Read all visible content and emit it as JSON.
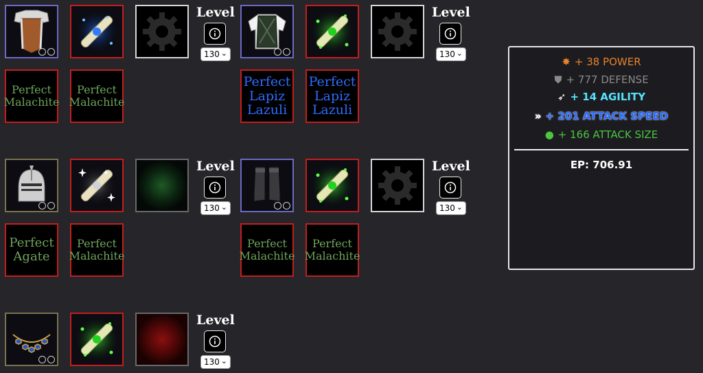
{
  "level_label": "Level",
  "level_value": "130",
  "gems": {
    "perfect_malachite": "Perfect Malachite",
    "perfect_lapiz_lazuli": "Perfect Lapiz Lazuli",
    "perfect_agate": "Perfect Agate"
  },
  "groups": [
    {
      "item_icon": "armor-icon",
      "scroll_icon": "blue-scroll-icon",
      "third_icon": "gear-icon",
      "gem1": "Perfect Malachite",
      "gem2": "Perfect Malachite"
    },
    {
      "item_icon": "vest-icon",
      "scroll_icon": "green-scroll-icon",
      "third_icon": "gear-icon",
      "gem1": "Perfect Lapiz Lazuli",
      "gem2": "Perfect Lapiz Lazuli"
    },
    {
      "item_icon": "helmet-icon",
      "scroll_icon": "white-scroll-icon",
      "third_icon": "green-glow-icon",
      "gem1": "Perfect Agate",
      "gem2": "Perfect Malachite"
    },
    {
      "item_icon": "boots-icon",
      "scroll_icon": "green-scroll-icon",
      "third_icon": "gear-icon",
      "gem1": "Perfect Malachite",
      "gem2": "Perfect Malachite"
    },
    {
      "item_icon": "necklace-icon",
      "scroll_icon": "green-scroll-icon",
      "third_icon": "red-glow-icon"
    }
  ],
  "stats": {
    "power": "+ 38 POWER",
    "defense": "+ 777 DEFENSE",
    "agility": "+ 14 AGILITY",
    "attack_speed": "+ 201 ATTACK SPEED",
    "attack_size": "+ 166 ATTACK SIZE",
    "ep": "EP: 706.91"
  },
  "colors": {
    "power": "#e8822b",
    "defense": "#8a8a8a",
    "agility": "#56e3ff",
    "attack_speed": "#2a6bff",
    "attack_size": "#4cc540",
    "gem_green": "#6fa45b",
    "gem_blue": "#2f6cff",
    "frame_red": "#c41e1e"
  }
}
